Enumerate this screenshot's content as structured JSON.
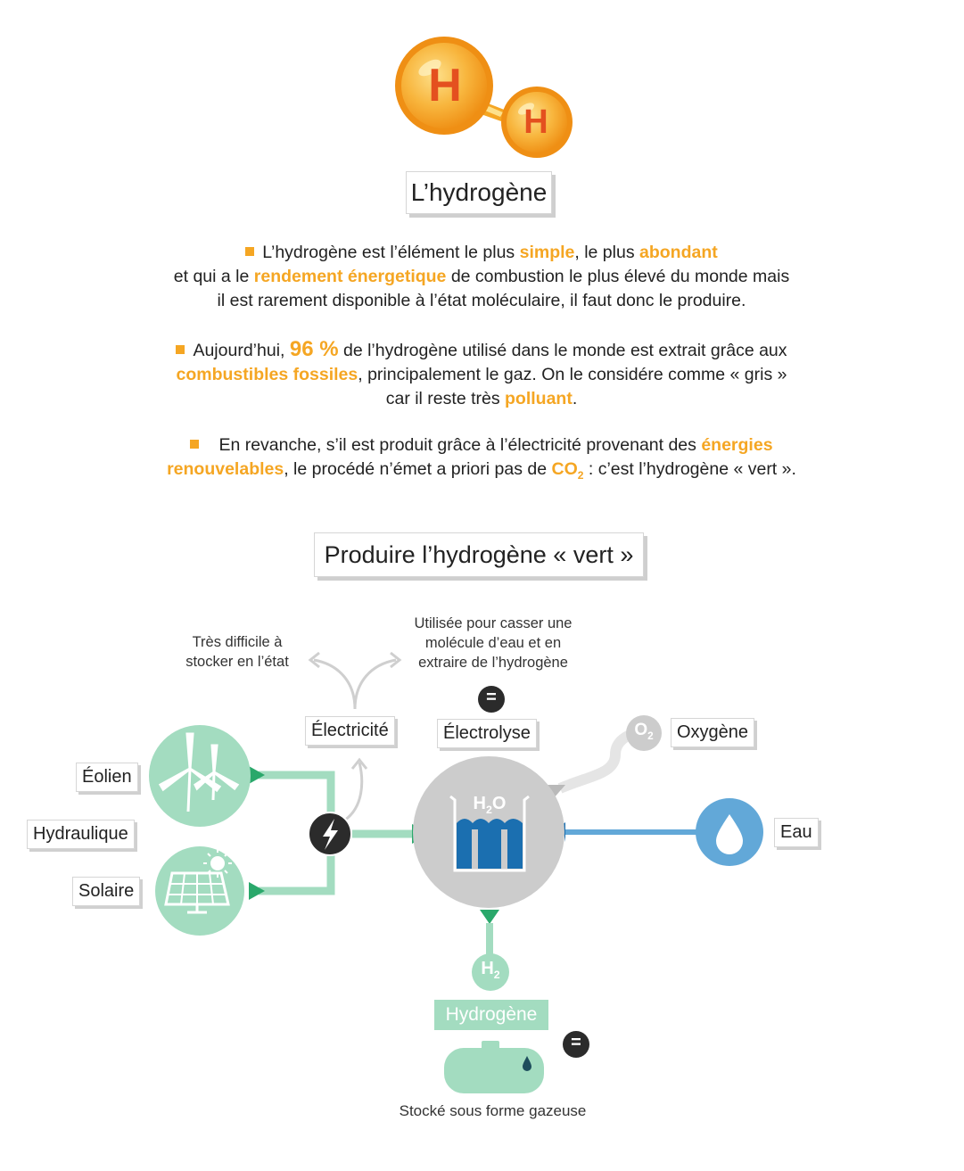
{
  "header": {
    "molecule_big": "H",
    "molecule_small": "H",
    "title": "L’hydrogène"
  },
  "intro": {
    "p1": {
      "a": "L’hydrogène est l’élément le plus ",
      "b": "simple",
      "c": ", le plus ",
      "d": "abondant",
      "e": "et qui a le ",
      "f": "rendement énergetique",
      "g": " de combustion le plus élevé du monde mais",
      "h": "il est rarement disponible à l’état moléculaire, il faut donc le produire."
    },
    "p2": {
      "a": "Aujourd’hui, ",
      "b": "96 %",
      "c": " de l’hydrogène utilisé dans le monde est extrait grâce aux",
      "d": "combustibles fossiles",
      "e": ", principalement le gaz. On le considére comme « gris »",
      "f": "car il reste très ",
      "g": "polluant",
      "h": "."
    },
    "p3": {
      "a": "En revanche, s’il est produit grâce à l’électricité provenant des ",
      "b": "énergies",
      "c": "renouvelables",
      "d": ", le procédé n’émet a priori pas de ",
      "e": "CO",
      "f": "2",
      "g": " : c’est l’hydrogène « vert »."
    }
  },
  "diagram": {
    "title": "Produire l’hydrogène « vert »",
    "note_storage": [
      "Très difficile à",
      "stocker en l’état"
    ],
    "note_electrolysis": [
      "Utilisée pour casser une",
      "molécule d’eau et en",
      "extraire de l’hydrogène"
    ],
    "equals": "=",
    "labels": {
      "electricite": "Électricité",
      "electrolyse": "Électrolyse",
      "oxygene": "Oxygène",
      "eolien": "Éolien",
      "hydraulique": "Hydraulique",
      "solaire": "Solaire",
      "eau": "Eau",
      "hydrogene": "Hydrogène"
    },
    "o2": {
      "base": "O",
      "sub": "2"
    },
    "h2o": {
      "a": "H",
      "sub": "2",
      "b": "O"
    },
    "h2": {
      "base": "H",
      "sub": "2"
    },
    "stored_caption": "Stocké sous forme gazeuse",
    "colors": {
      "green": "#a3dcc0",
      "green_dark": "#2aa86b",
      "orange": "#f5a623",
      "blue": "#62a8d8",
      "gray": "#cccccc",
      "dark": "#2b2b2b"
    },
    "icons": [
      "hydrogen-molecule-icon",
      "wind-turbine-icon",
      "solar-panel-icon",
      "lightning-icon",
      "water-drop-icon",
      "electrolysis-tank-icon",
      "gas-tank-icon"
    ]
  }
}
